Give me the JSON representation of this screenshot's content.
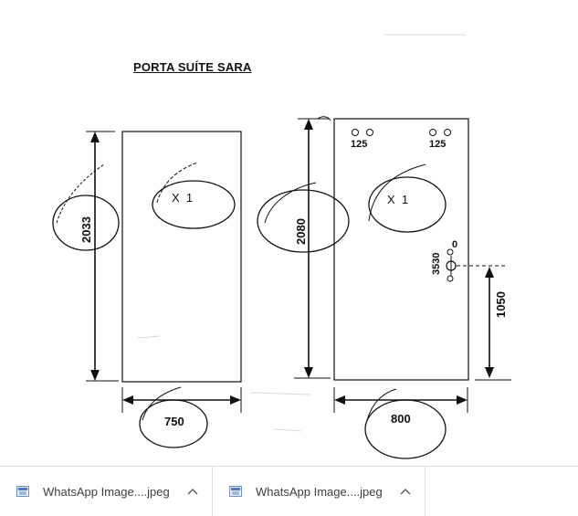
{
  "document": {
    "title": "PORTA SUÍTE SARA",
    "left_door": {
      "height": "2033",
      "width": "750",
      "quantity": "X  1"
    },
    "right_door": {
      "height": "2080",
      "width": "800",
      "quantity": "X  1",
      "hinge_left": "125",
      "hinge_right": "125",
      "lock_code": "3530",
      "lock_mark": "0",
      "lock_height": "1050"
    }
  },
  "downloads_bar": {
    "items": [
      {
        "filename": "WhatsApp Image....jpeg",
        "icon": "image-file-icon"
      },
      {
        "filename": "WhatsApp Image....jpeg",
        "icon": "image-file-icon"
      }
    ],
    "chevron_icon": "chevron-up-icon"
  }
}
